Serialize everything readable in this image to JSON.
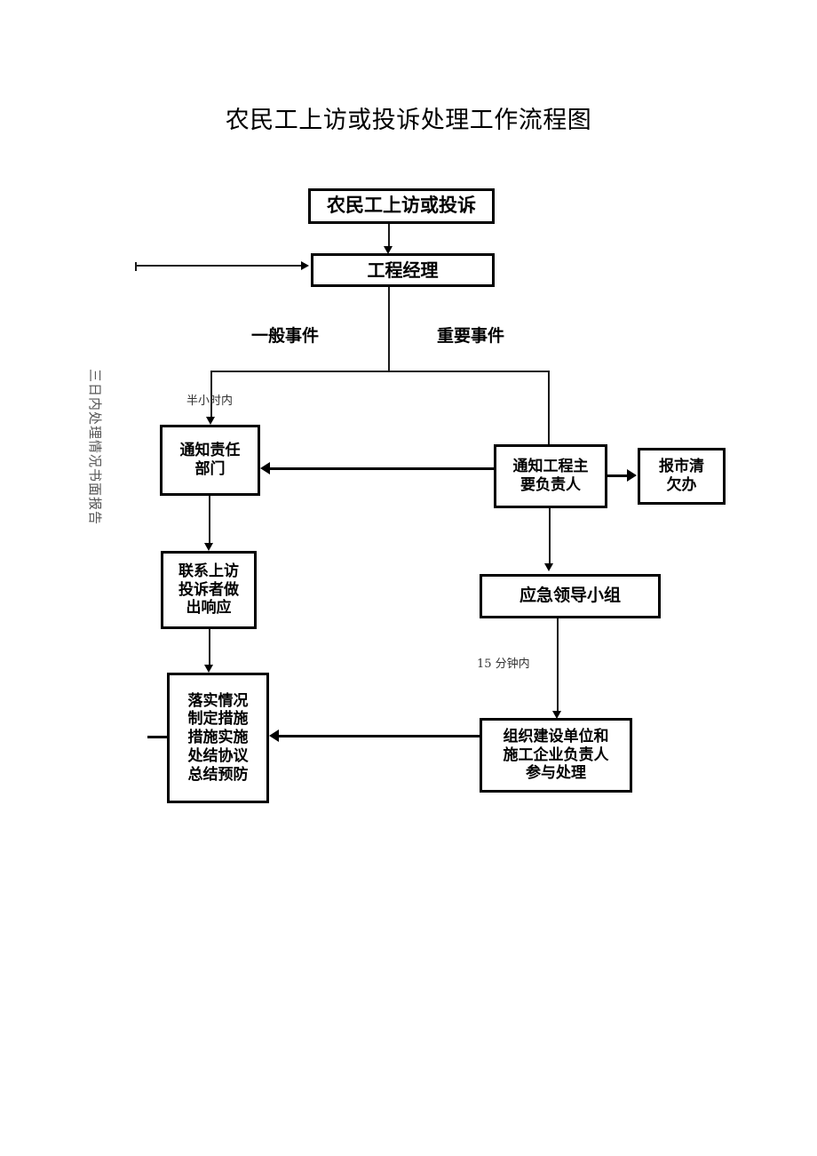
{
  "document": {
    "title": "农民工上访或投诉处理工作流程图"
  },
  "flowchart": {
    "nodes": [
      {
        "id": "complaint",
        "label": "农民工上访或投诉"
      },
      {
        "id": "project-manager",
        "label": "工程经理"
      },
      {
        "id": "notify-dept",
        "label": "通知责任\n部门"
      },
      {
        "id": "notify-leader",
        "label": "通知工程主\n要负责人"
      },
      {
        "id": "report-office",
        "label": "报市清\n欠办"
      },
      {
        "id": "contact-respond",
        "label": "联系上访\n投诉者做\n出响应"
      },
      {
        "id": "emergency-group",
        "label": "应急领导小组"
      },
      {
        "id": "organize-parties",
        "label": "组织建设单位和\n施工企业负责人\n参与处理"
      },
      {
        "id": "implement",
        "label": "落实情况\n制定措施\n措施实施\n处结协议\n总结预防"
      }
    ],
    "branch_labels": [
      {
        "id": "general-event",
        "label": "一般事件"
      },
      {
        "id": "important-event",
        "label": "重要事件"
      }
    ],
    "time_labels": [
      {
        "id": "half-hour",
        "label": "半小时内"
      },
      {
        "id": "fifteen-minute",
        "label": "15 分钟内"
      }
    ],
    "side_note": {
      "id": "three-day-report",
      "label": "三日内处理情况书面报告"
    }
  },
  "chart_data": {
    "type": "diagram",
    "title": "农民工上访或投诉处理工作流程图",
    "nodes": [
      "农民工上访或投诉",
      "工程经理",
      "通知责任部门",
      "通知工程主要负责人",
      "报市清欠办",
      "联系上访投诉者做出响应",
      "应急领导小组",
      "组织建设单位和施工企业负责人参与处理",
      "落实情况制定措施措施实施处结协议总结预防"
    ],
    "edges": [
      {
        "from": "农民工上访或投诉",
        "to": "工程经理",
        "label": ""
      },
      {
        "from": "工程经理",
        "to": "通知责任部门",
        "label": "一般事件 / 半小时内"
      },
      {
        "from": "工程经理",
        "to": "通知工程主要负责人",
        "label": "重要事件"
      },
      {
        "from": "通知工程主要负责人",
        "to": "通知责任部门",
        "label": ""
      },
      {
        "from": "通知工程主要负责人",
        "to": "报市清欠办",
        "label": ""
      },
      {
        "from": "通知工程主要负责人",
        "to": "应急领导小组",
        "label": ""
      },
      {
        "from": "通知责任部门",
        "to": "联系上访投诉者做出响应",
        "label": ""
      },
      {
        "from": "联系上访投诉者做出响应",
        "to": "落实情况制定措施措施实施处结协议总结预防",
        "label": ""
      },
      {
        "from": "应急领导小组",
        "to": "组织建设单位和施工企业负责人参与处理",
        "label": "15 分钟内"
      },
      {
        "from": "组织建设单位和施工企业负责人参与处理",
        "to": "落实情况制定措施措施实施处结协议总结预防",
        "label": ""
      },
      {
        "from": "落实情况制定措施措施实施处结协议总结预防",
        "to": "工程经理",
        "label": "三日内处理情况书面报告"
      }
    ]
  }
}
